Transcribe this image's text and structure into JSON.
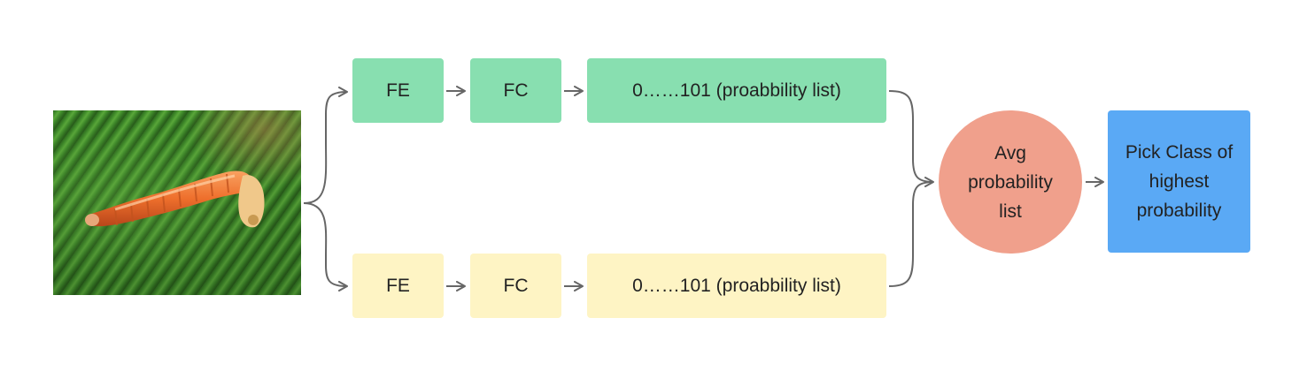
{
  "branches": [
    {
      "color": "#88dfb0",
      "fe_label": "FE",
      "fc_label": "FC",
      "output_label": "0……101 (proabbility list)"
    },
    {
      "color": "#fef4c4",
      "fe_label": "FE",
      "fc_label": "FC",
      "output_label": "0……101 (proabbility list)"
    }
  ],
  "average": {
    "label": "Avg\nprobability\nlist",
    "color": "#f0a08c"
  },
  "final": {
    "label": "Pick Class of\nhighest\nprobability",
    "color": "#5aa9f5"
  },
  "input_image": {
    "subject": "orange caterpillar on green leaf"
  },
  "arrow_color": "#666666"
}
